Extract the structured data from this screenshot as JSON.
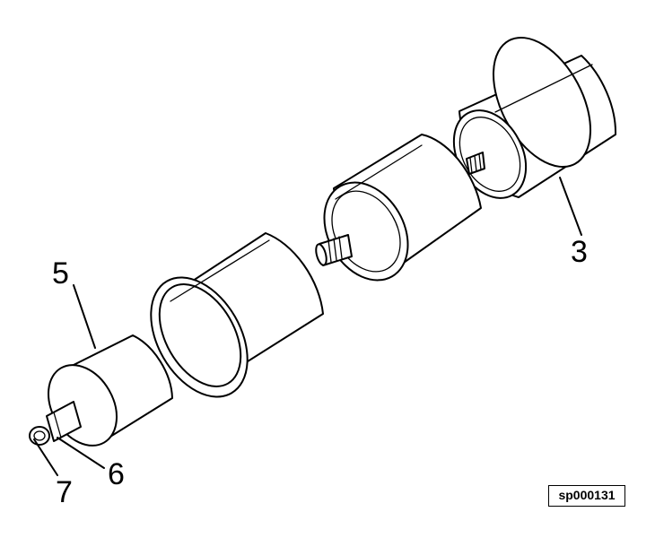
{
  "figure": {
    "reference_id": "sp000131",
    "callouts": {
      "part_3": "3",
      "part_5": "5",
      "part_6": "6",
      "part_7": "7"
    }
  }
}
